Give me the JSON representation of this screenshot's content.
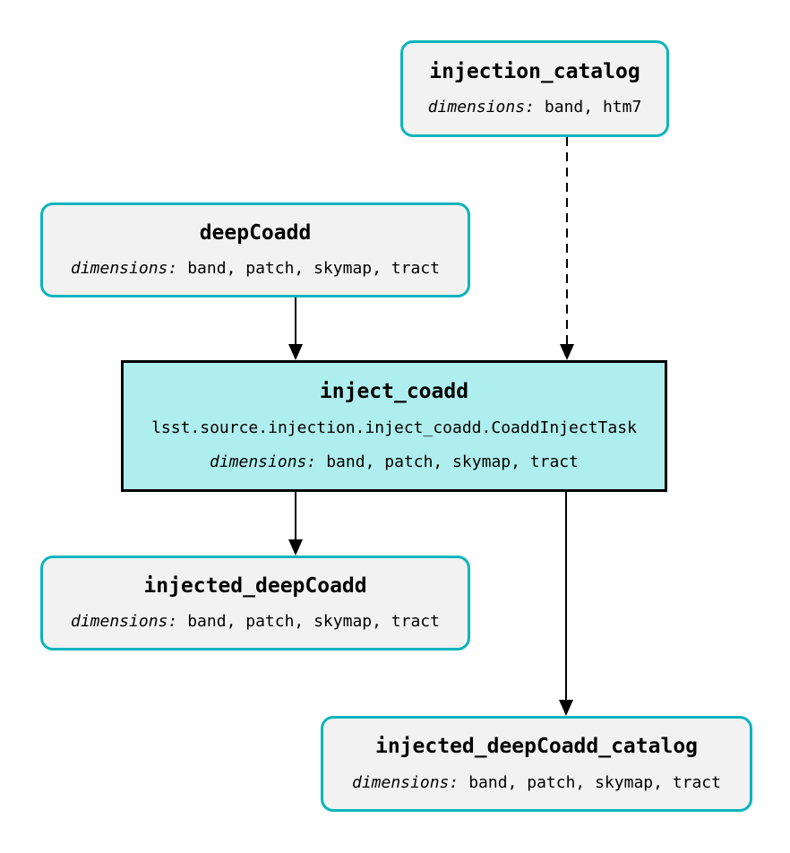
{
  "diagram": {
    "type": "pipeline-task-graph",
    "colors": {
      "background": "#ffffff",
      "dataset_border": "#0cb4bc",
      "dataset_fill": "#f2f2f2",
      "task_fill": "#afeeee",
      "task_border": "#000000",
      "edge": "#000000",
      "text": "#000000"
    },
    "nodes": {
      "injection_catalog": {
        "title": "injection_catalog",
        "dimensions_label": "dimensions:",
        "dimensions": "band, htm7"
      },
      "deepCoadd": {
        "title": "deepCoadd",
        "dimensions_label": "dimensions:",
        "dimensions": "band, patch, skymap, tract"
      },
      "inject_coadd": {
        "title": "inject_coadd",
        "task_class": "lsst.source.injection.inject_coadd.CoaddInjectTask",
        "dimensions_label": "dimensions:",
        "dimensions": "band, patch, skymap, tract"
      },
      "injected_deepCoadd": {
        "title": "injected_deepCoadd",
        "dimensions_label": "dimensions:",
        "dimensions": "band, patch, skymap, tract"
      },
      "injected_deepCoadd_catalog": {
        "title": "injected_deepCoadd_catalog",
        "dimensions_label": "dimensions:",
        "dimensions": "band, patch, skymap, tract"
      }
    },
    "edges": [
      {
        "from": "deepCoadd",
        "to": "inject_coadd",
        "style": "solid"
      },
      {
        "from": "injection_catalog",
        "to": "inject_coadd",
        "style": "dashed"
      },
      {
        "from": "inject_coadd",
        "to": "injected_deepCoadd",
        "style": "solid"
      },
      {
        "from": "inject_coadd",
        "to": "injected_deepCoadd_catalog",
        "style": "solid"
      }
    ]
  }
}
